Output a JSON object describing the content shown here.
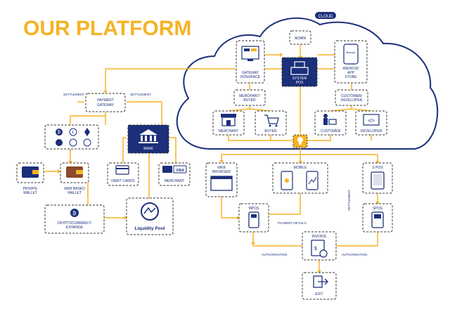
{
  "title": "OUR PLATFORM",
  "colors": {
    "title": "#F5B324",
    "navy": "#1B2F7A",
    "line": "#F5B324",
    "box": "#333333"
  },
  "cloud": {
    "label": "CLOUD"
  },
  "nodes": {
    "admin": "ADMIN",
    "gateway_interface": [
      "GATEWAY",
      "INTERFACE"
    ],
    "system_pos": [
      "SYSTEM",
      "POS"
    ],
    "android_app_store": [
      "ANDROID",
      "APP",
      "STORE"
    ],
    "merchant_buyer": [
      "MERCHANT/",
      "BUYER"
    ],
    "customer_developer": [
      "CUSTOMER/",
      "DEVELOPER"
    ],
    "merchant_cloud": "MERCHANT",
    "buyer": "BUYER",
    "customer": "CUSTOMER",
    "developer": "DEVELOPER",
    "payment_gateway": [
      "PAYMENT",
      "GATEWAY"
    ],
    "settlement_left": "SETTLEMENT",
    "settlement_right": "SETTLEMENT",
    "bank": "BANK",
    "debit_cards": "DEBIT CARDS",
    "merchant_bank": "MERCHANT",
    "visa": "VISA",
    "private_wallet": [
      "PRIVATE",
      "WALLET"
    ],
    "web_based_wallet": [
      "WEB BASED",
      "WALLET"
    ],
    "crypto_exchange": [
      "CRYPTOCURRENCY",
      "EXHANGE"
    ],
    "liquidity_pool": "Liquidity Pool",
    "web_browser": [
      "WEB",
      "BROWSER"
    ],
    "mobile": "MOBILE",
    "spos": "S POS",
    "mpos": "MPOS",
    "spos2": "SPOS",
    "payment_details": "PAYMENT DETAILS",
    "settlement_vertical": "SETTLEMENT",
    "invoice": "INVOICE",
    "authorization_left": "AUTHORIZATION",
    "authorization_right": "AUTHORIZATION",
    "exit": "EXIT"
  },
  "icons": {
    "store_tag": "Bazaar"
  }
}
